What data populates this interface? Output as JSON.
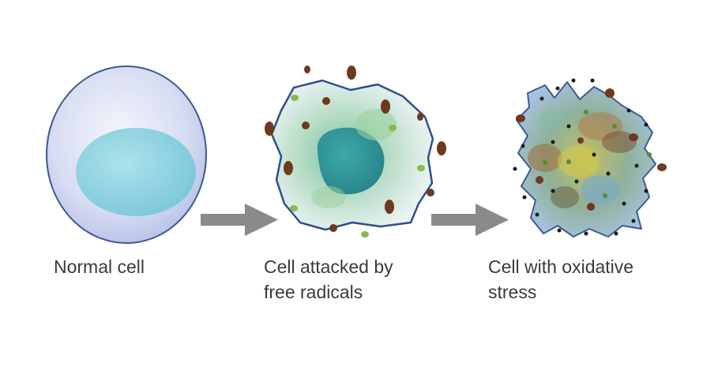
{
  "stages": [
    {
      "id": "normal",
      "lines": [
        "Normal cell"
      ]
    },
    {
      "id": "attacked",
      "lines": [
        "Cell attacked by",
        "free radicals"
      ]
    },
    {
      "id": "stress",
      "lines": [
        "Cell with oxidative",
        "stress"
      ]
    }
  ],
  "colors": {
    "membrane": "#3d5a99",
    "normal_fill": "#cfd6ef",
    "nucleus": "#8fd3e0",
    "radical_brown": "#6b3a1f",
    "radical_green": "#8bb84a",
    "arrow": "#8a8a8a",
    "caption_text": "#3a3a3a"
  },
  "icons": {
    "arrow": "right-arrow-icon",
    "radical": "free-radical-dot"
  }
}
